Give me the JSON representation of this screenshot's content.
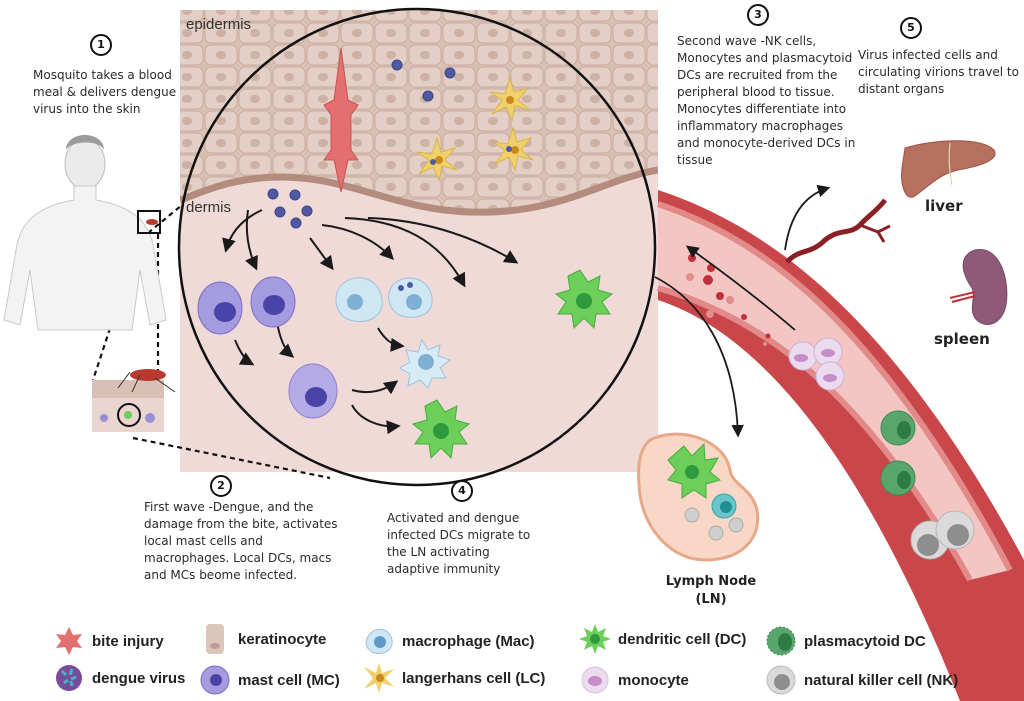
{
  "diagram": {
    "title": "Dengue virus infection in the skin and immune response",
    "colors": {
      "epidermis": "#d9c2b6",
      "dermis": "#efd9d6",
      "bite_injury": "#e46f6f",
      "dengue_virus": "#4e5aa0",
      "mast_cell": "#9a8fd6",
      "mast_cell_nucleus": "#4a44a8",
      "macrophage": "#cfe6f3",
      "macrophage_nucleus": "#7fb0d4",
      "dendritic_cell": "#6ccf5a",
      "langerhans_cell": "#f1cf6a",
      "plasmacytoid_dc": "#5aa56c",
      "monocyte": "#e3c4e2",
      "nk_cell": "#c8c8c8",
      "vessel_wall": "#c9474a",
      "vessel_lumen": "#f3c6c4",
      "liver": "#b57060",
      "spleen": "#8f5a78",
      "lymph_node": "#f6c8b4"
    }
  },
  "regions": {
    "epidermis": "epidermis",
    "dermis": "dermis"
  },
  "steps": [
    {
      "number": "1",
      "text": "Mosquito takes a blood meal & delivers dengue virus into the skin"
    },
    {
      "number": "2",
      "text": "First wave -Dengue, and the damage from the bite, activates local mast cells and macrophages. Local DCs, macs and MCs beome infected."
    },
    {
      "number": "3",
      "text": "Second wave -NK cells, Monocytes and plasmacytoid DCs are recruited from the peripheral blood to  tissue. Monocytes differentiate into inflammatory macrophages and monocyte-derived DCs in tissue"
    },
    {
      "number": "4",
      "text": "Activated and dengue infected DCs migrate to the LN activating adaptive immunity"
    },
    {
      "number": "5",
      "text": "Virus infected cells and circulating  virions travel to distant organs"
    }
  ],
  "organs": {
    "liver": "liver",
    "spleen": "spleen",
    "lymph_node_line1": "Lymph Node",
    "lymph_node_line2": "(LN)"
  },
  "legend": [
    {
      "icon": "bite-injury-icon",
      "label": "bite injury"
    },
    {
      "icon": "keratinocyte-icon",
      "label": "keratinocyte"
    },
    {
      "icon": "macrophage-icon",
      "label": "macrophage (Mac)"
    },
    {
      "icon": "dendritic-cell-icon",
      "label": "dendritic cell (DC)"
    },
    {
      "icon": "plasmacytoid-dc-icon",
      "label": "plasmacytoid DC"
    },
    {
      "icon": "dengue-virus-icon",
      "label": "dengue virus"
    },
    {
      "icon": "mast-cell-icon",
      "label": "mast cell (MC)"
    },
    {
      "icon": "langerhans-cell-icon",
      "label": "langerhans cell (LC)"
    },
    {
      "icon": "monocyte-icon",
      "label": "monocyte"
    },
    {
      "icon": "nk-cell-icon",
      "label": "natural killer cell  (NK)"
    }
  ]
}
